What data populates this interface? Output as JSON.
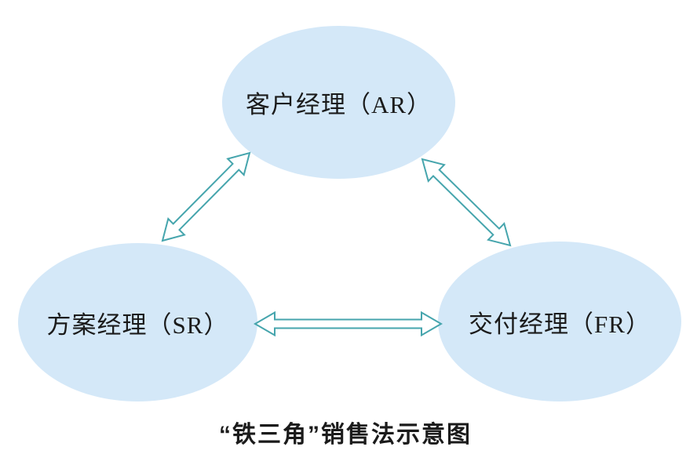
{
  "diagram": {
    "caption": "“铁三角”销售法示意图",
    "nodes": [
      {
        "id": "ar",
        "label": "客户经理（AR）",
        "position": "top"
      },
      {
        "id": "sr",
        "label": "方案经理（SR）",
        "position": "bottom-left"
      },
      {
        "id": "fr",
        "label": "交付经理（FR）",
        "position": "bottom-right"
      }
    ],
    "connections": [
      {
        "from": "sr",
        "to": "ar",
        "style": "double-headed-arrow"
      },
      {
        "from": "ar",
        "to": "fr",
        "style": "double-headed-arrow"
      },
      {
        "from": "sr",
        "to": "fr",
        "style": "double-headed-arrow"
      }
    ],
    "colors": {
      "background": "#ffffff",
      "node_fill": "#d4e8f8",
      "arrow_stroke": "#46a5ad",
      "arrow_fill": "#ffffff",
      "text": "#1b1b1b"
    }
  }
}
